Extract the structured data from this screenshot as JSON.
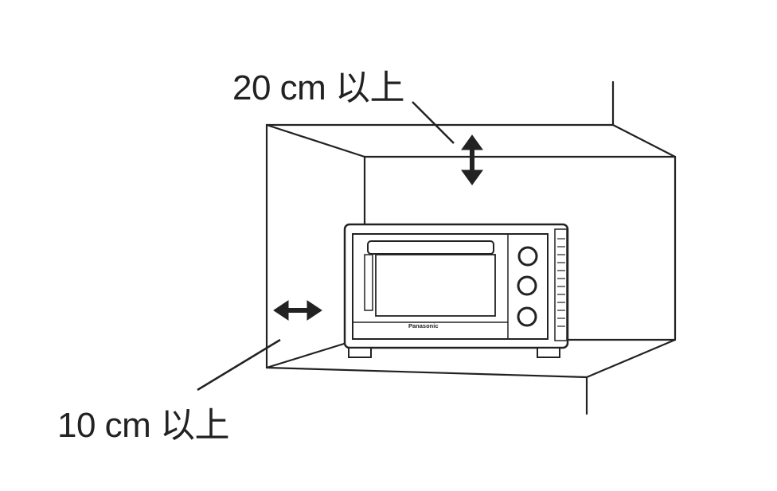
{
  "labels": {
    "top_clearance": "20 cm 以上",
    "side_clearance": "10 cm 以上"
  },
  "oven": {
    "brand": "Panasonic"
  },
  "colors": {
    "line": "#222222",
    "background": "#ffffff"
  }
}
